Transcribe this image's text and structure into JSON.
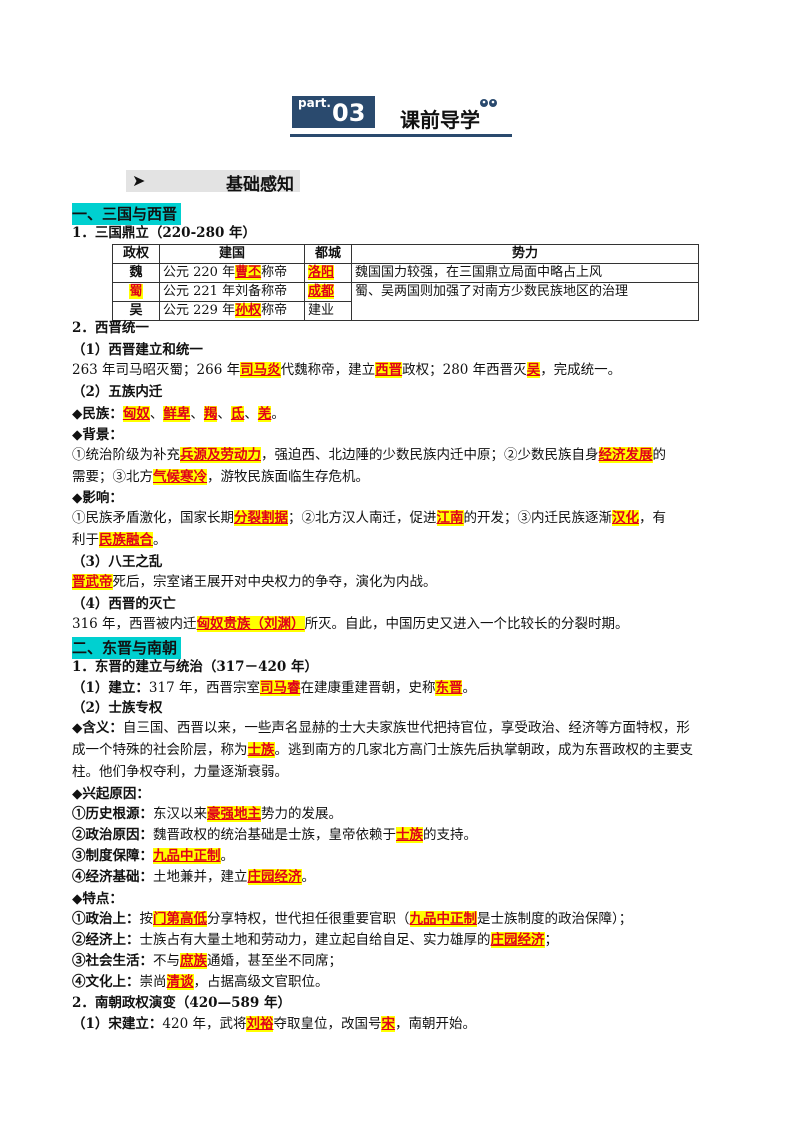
{
  "header": {
    "part_label": "part.",
    "part_number": "03",
    "title": "课前导学"
  },
  "subsection": {
    "arrow": "➤",
    "title": "基础感知"
  },
  "section1": {
    "title": "一、三国与西晋"
  },
  "s1_item1": {
    "title": "1．三国鼎立（220-280 年）"
  },
  "table": {
    "headers": [
      "政权",
      "建国",
      "都城",
      "势力"
    ],
    "rows": [
      {
        "state": "魏",
        "founding_pre": "公元 220 年",
        "founder": "曹丕",
        "founding_post": "称帝",
        "capital": "洛阳"
      },
      {
        "state": "蜀",
        "founding_pre": "公元 221 年刘备称帝",
        "capital": "成都"
      },
      {
        "state": "吴",
        "founding_pre": "公元 229 年",
        "founder": "孙权",
        "founding_post": "称帝",
        "capital": "建业"
      }
    ],
    "power_line1": "魏国国力较强，在三国鼎立局面中略占上风",
    "power_line2": "蜀、吴两国则加强了对南方少数民族地区的治理"
  },
  "s1_item2": {
    "title": "2．西晋统一"
  },
  "wj1": {
    "title": "（1）西晋建立和统一",
    "p1": "263 年司马昭灭蜀；266 年",
    "k1": "司马炎",
    "p2": "代魏称帝，建立",
    "k2": "西晋",
    "p3": "政权；280 年西晋灭",
    "k3": "吴",
    "p4": "，完成统一。"
  },
  "wj2": {
    "title": "（2）五族内迁",
    "minzu_label": "◆民族：",
    "k1": "匈奴",
    "k2": "鲜卑",
    "k3": "羯",
    "k4": "氐",
    "k5": "羌",
    "sep": "、",
    "end": "。",
    "bg_label": "◆背景：",
    "bg1": "①统治阶级为补充",
    "bg_k1": "兵源及劳动力",
    "bg2": "，强迫西、北边陲的少数民族内迁中原；②少数民族自身",
    "bg_k2": "经济发展",
    "bg3": "的",
    "bg4": "需要；③北方",
    "bg_k3": "气候寒冷",
    "bg5": "，游牧民族面临生存危机。",
    "yx_label": "◆影响：",
    "yx1": "①民族矛盾激化，国家长期",
    "yx_k1": "分裂割据",
    "yx2": "；②北方汉人南迁，促进",
    "yx_k2": "江南",
    "yx3": "的开发；③内迁民族逐渐",
    "yx_k3": "汉化",
    "yx4": "，有",
    "yx5": "利于",
    "yx_k4": "民族融合",
    "yx6": "。"
  },
  "wj3": {
    "title": "（3）八王之乱",
    "k1": "晋武帝",
    "p1": "死后，宗室诸王展开对中央权力的争夺，演化为内战。"
  },
  "wj4": {
    "title": "（4）西晋的灭亡",
    "p1": "316 年，西晋被内迁",
    "k1": "匈奴贵族（刘渊）",
    "p2": "所灭。自此，中国历史又进入一个比较长的分裂时期。"
  },
  "section2": {
    "title": "二、东晋与南朝"
  },
  "dj": {
    "title": "1．东晋的建立与统治（317－420 年）",
    "jl_label": "（1）建立：",
    "jl1": "317 年，西晋宗室",
    "jl_k1": "司马睿",
    "jl2": "在建康重建晋朝，史称",
    "jl_k2": "东晋",
    "jl3": "。",
    "sz_title": "（2）士族专权",
    "hy_label": "◆含义：",
    "hy1": "自三国、西晋以来，一些声名显赫的士大夫家族世代把持官位，享受政治、经济等方面特权，形",
    "hy2": "成一个特殊的社会阶层，称为",
    "hy_k1": "士族",
    "hy3": "。逃到南方的几家北方高门士族先后执掌朝政，成为东晋政权的主要支",
    "hy4": "柱。他们争权夺利，力量逐渐衰弱。",
    "xq_label": "◆兴起原因：",
    "r1_label": "①历史根源：",
    "r1a": "东汉以来",
    "r1_k": "豪强地主",
    "r1b": "势力的发展。",
    "r2_label": "②政治原因：",
    "r2a": "魏晋政权的统治基础是士族，皇帝依赖于",
    "r2_k": "士族",
    "r2b": "的支持。",
    "r3_label": "③制度保障：",
    "r3_k": "九品中正制",
    "r3b": "。",
    "r4_label": "④经济基础：",
    "r4a": "土地兼并，建立",
    "r4_k": "庄园经济",
    "r4b": "。",
    "td_label": "◆特点：",
    "f1_label": "①政治上：",
    "f1a": "按",
    "f1_k1": "门第高低",
    "f1b": "分享特权，世代担任很重要官职（",
    "f1_k2": "九品中正制",
    "f1c": "是士族制度的政治保障）；",
    "f2_label": "②经济上：",
    "f2a": "士族占有大量土地和劳动力，建立起自给自足、实力雄厚的",
    "f2_k": "庄园经济",
    "f2b": "；",
    "f3_label": "③社会生活：",
    "f3a": "不与",
    "f3_k": "庶族",
    "f3b": "通婚，甚至坐不同席；",
    "f4_label": "④文化上：",
    "f4a": "崇尚",
    "f4_k": "清谈",
    "f4b": "，占据高级文官职位。"
  },
  "nc": {
    "title": "2．南朝政权演变（420—589 年）",
    "song_label": "（1）宋建立：",
    "s1": "420 年，武将",
    "s_k1": "刘裕",
    "s2": "夺取皇位，改国号",
    "s_k2": "宋",
    "s3": "，南朝开始。"
  },
  "colors": {
    "accent_teal": "#00d0d0",
    "highlight": "#ffff00",
    "keyword_red": "#e0001a",
    "header_navy": "#2a4a6e"
  }
}
